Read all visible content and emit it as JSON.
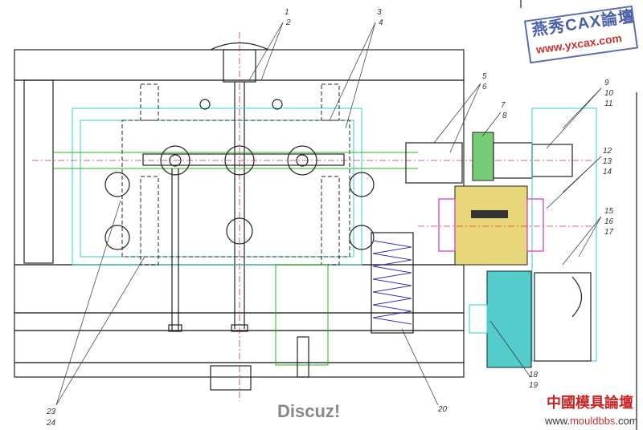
{
  "drawing": {
    "part_labels": [
      {
        "id": "l1",
        "text": "1"
      },
      {
        "id": "l2",
        "text": "2"
      },
      {
        "id": "l3",
        "text": "3"
      },
      {
        "id": "l4",
        "text": "4"
      },
      {
        "id": "l5",
        "text": "5"
      },
      {
        "id": "l6",
        "text": "6"
      },
      {
        "id": "l7",
        "text": "7"
      },
      {
        "id": "l8",
        "text": "8"
      },
      {
        "id": "l9",
        "text": "9"
      },
      {
        "id": "l10",
        "text": "10"
      },
      {
        "id": "l11",
        "text": "11"
      },
      {
        "id": "l12",
        "text": "12"
      },
      {
        "id": "l13",
        "text": "13"
      },
      {
        "id": "l14",
        "text": "14"
      },
      {
        "id": "l15",
        "text": "15"
      },
      {
        "id": "l16",
        "text": "16"
      },
      {
        "id": "l17",
        "text": "17"
      },
      {
        "id": "l18",
        "text": "18"
      },
      {
        "id": "l19",
        "text": "19"
      },
      {
        "id": "l20",
        "text": "20"
      },
      {
        "id": "l23",
        "text": "23"
      },
      {
        "id": "l24",
        "text": "24"
      }
    ],
    "colors": {
      "outline": "#222222",
      "cyan": "#33cccc",
      "green": "#22bb22",
      "red": "#dd3333",
      "blue": "#3333cc",
      "magenta": "#cc33cc",
      "yellow": "#e8d77a"
    }
  },
  "watermarks": {
    "yxcax_title": "燕秀CAX論壇",
    "yxcax_url": "www.yxcax.com",
    "mouldbbs_title": "中國模具論壇",
    "mouldbbs_url_prefix": "www.",
    "mouldbbs_url_mid": "mouldbbs",
    "mouldbbs_url_suffix": ".com",
    "discuz": "Discuz!"
  }
}
